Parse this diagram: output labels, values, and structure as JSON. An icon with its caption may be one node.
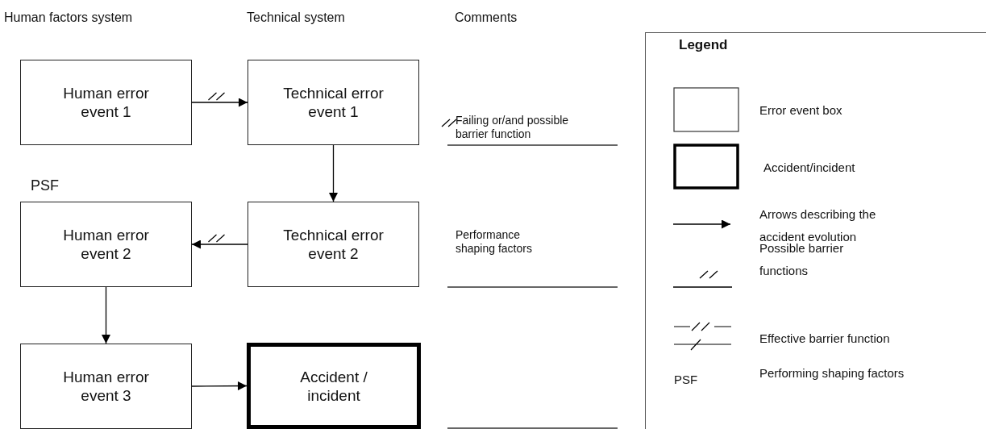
{
  "diagram": {
    "nodes": [
      {
        "text": [
          "Human error event 1"
        ]
      },
      {
        "text": [
          "Technical error event 1"
        ]
      },
      {
        "text": [
          "Human error event 2"
        ],
        "beside": [
          "PSF"
        ]
      },
      {
        "text": [
          "Technical error event 2"
        ]
      },
      {
        "text": [
          "Human error event 3"
        ]
      },
      {
        "text": [
          "Accident / incident"
        ]
      }
    ],
    "edges": [
      {
        "from": 0,
        "to": 1,
        "arrow": "to"
      },
      {
        "from": 1,
        "to": 3,
        "arrow": "to"
      },
      {
        "from": 3,
        "to": 2,
        "arrow": "to"
      },
      {
        "from": 2,
        "to": 4,
        "arrow": "to"
      },
      {
        "from": 4,
        "to": 5,
        "arrow": "to"
      }
    ],
    "labels": [
      "Human factors system",
      "Technical system",
      "Comments",
      "Failing or/and possible barrier function",
      "Performance shaping factors",
      "Legend",
      "PSF"
    ],
    "legend": [
      {
        "text": "Error event box"
      },
      {
        "text": "Accident/incident"
      },
      {
        "text": "Arrows describing the accident evolution"
      },
      {
        "text": "Possible barrier functions"
      },
      {
        "text": "Effective barrier function"
      },
      {
        "text": "Performing shaping factors"
      }
    ]
  }
}
